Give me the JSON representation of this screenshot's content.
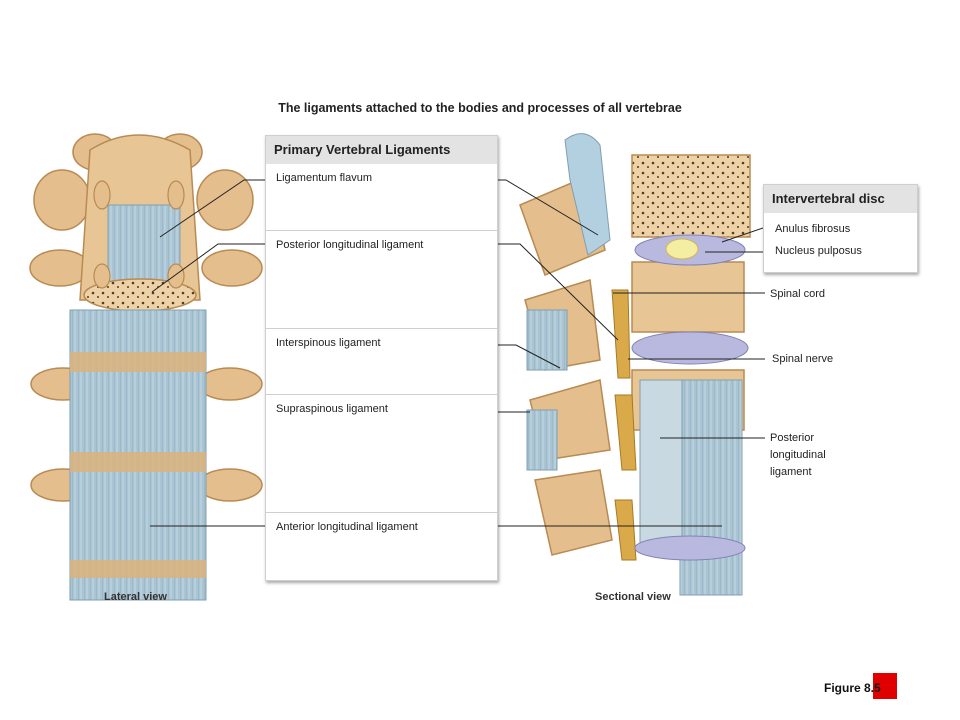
{
  "title": "The ligaments attached to the bodies and processes of all vertebrae",
  "ligaments_panel": {
    "heading": "Primary Vertebral Ligaments",
    "items": [
      "Ligamentum flavum",
      "Posterior longitudinal ligament",
      "Interspinous ligament",
      "Supraspinous ligament",
      "Anterior longitudinal ligament"
    ]
  },
  "disc_panel": {
    "heading": "Intervertebral disc",
    "items": [
      "Anulus fibrosus",
      "Nucleus pulposus"
    ]
  },
  "side_labels": {
    "spinal_cord": "Spinal cord",
    "spinal_nerve": "Spinal nerve",
    "posterior_longitudinal_ligament": "Posterior longitudinal ligament"
  },
  "views": {
    "lateral": "Lateral view",
    "sectional": "Sectional view"
  },
  "figure": "Figure 8.5",
  "colors": {
    "bone": "#e8c594",
    "bone_dark": "#b98a52",
    "ligament": "#a9c4d2",
    "disc": "#b9b9df",
    "cord": "#d9a94a",
    "accent": "#e00000"
  }
}
